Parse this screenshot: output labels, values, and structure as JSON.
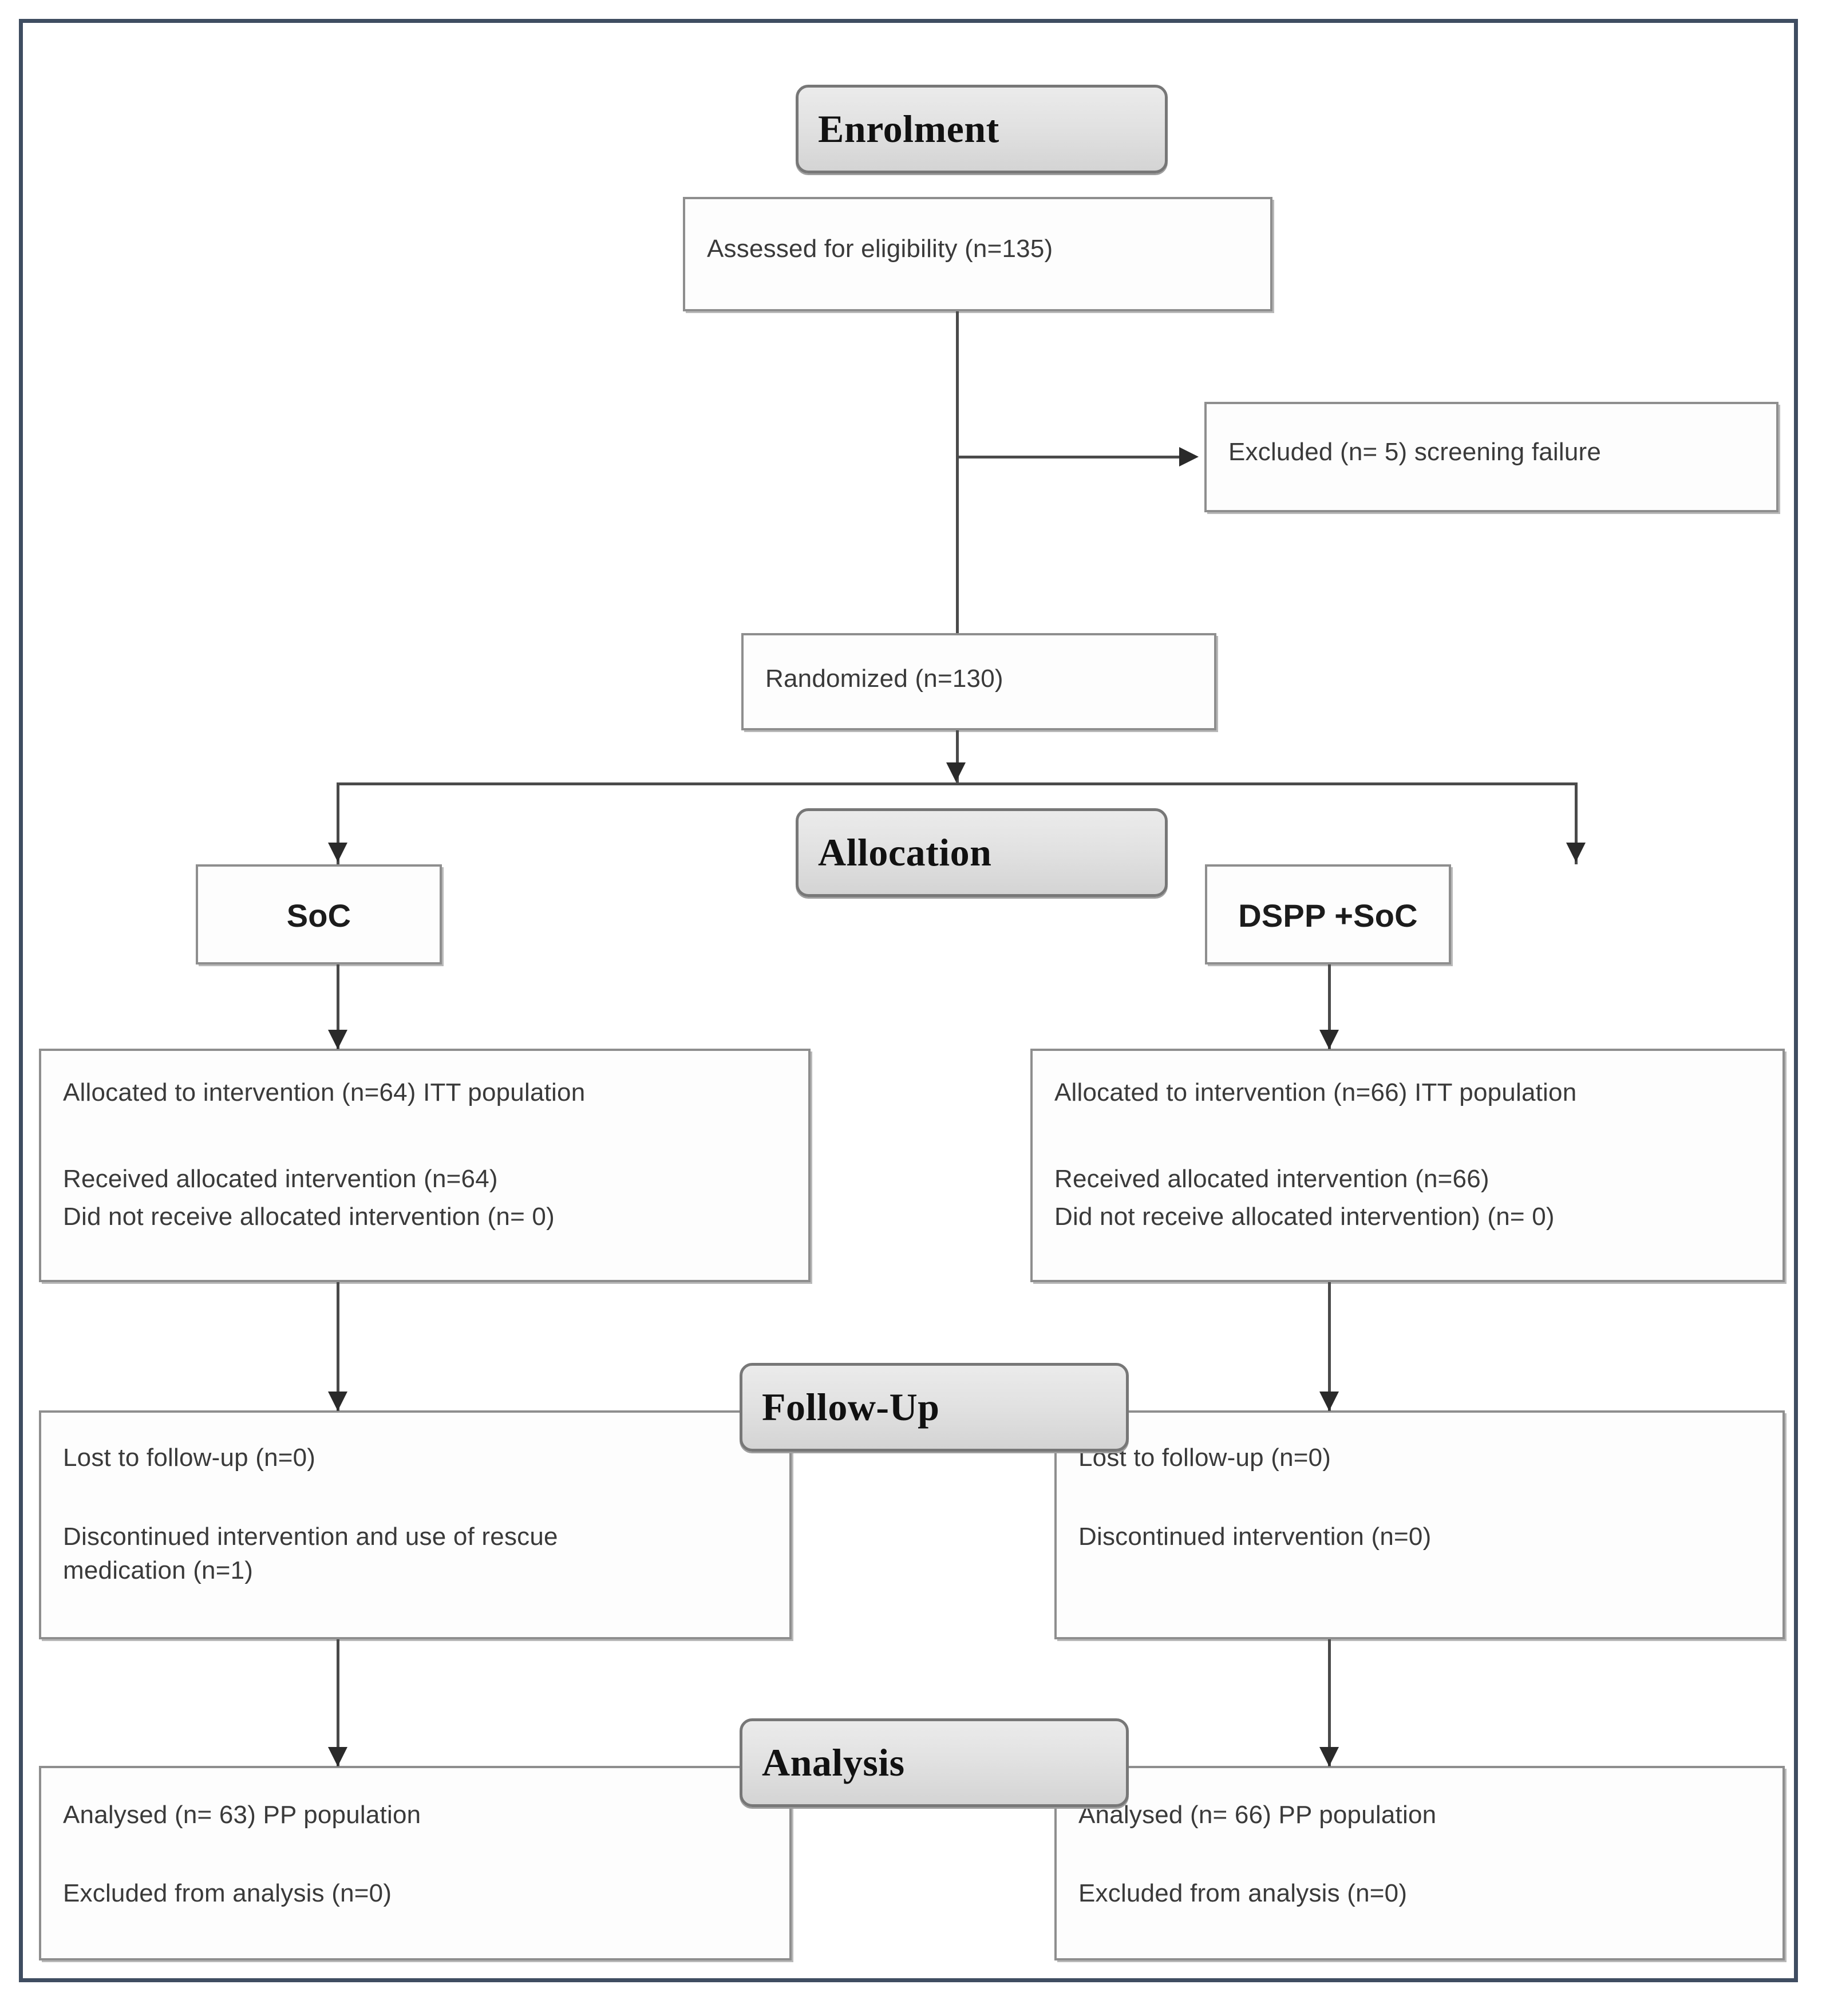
{
  "diagram": {
    "title": "CONSORT participant flow diagram",
    "stages": [
      {
        "key": "enrolment",
        "label": "Enrolment"
      },
      {
        "key": "allocation",
        "label": "Allocation"
      },
      {
        "key": "followup",
        "label": "Follow-Up"
      },
      {
        "key": "analysis",
        "label": "Analysis"
      }
    ],
    "enrolment": {
      "assessed": "Assessed for eligibility (n=135)",
      "excluded": "Excluded (n= 5) screening failure",
      "randomized": "Randomized (n=130)"
    },
    "arms": {
      "left": {
        "name": "SoC",
        "allocation": [
          "Allocated to intervention (n=64) ITT population",
          "Received allocated intervention (n=64)",
          "Did not receive allocated intervention (n= 0)"
        ],
        "followup": [
          "Lost to follow-up (n=0)",
          "Discontinued intervention and use of rescue medication (n=1)"
        ],
        "analysis": [
          "Analysed (n= 63) PP population",
          "Excluded from analysis (n=0)"
        ]
      },
      "right": {
        "name": "DSPP +SoC",
        "allocation": [
          "Allocated to intervention (n=66) ITT population",
          "Received allocated intervention (n=66)",
          "Did not receive allocated intervention) (n= 0)"
        ],
        "followup": [
          "Lost to follow-up (n=0)",
          "Discontinued intervention (n=0)"
        ],
        "analysis": [
          "Analysed (n= 66) PP population",
          "Excluded from analysis (n=0)"
        ]
      }
    },
    "colors": {
      "frame_border": "#3f4d61",
      "box_border": "#8e8e8e",
      "stage_fill": "#e2e2e2",
      "connector": "#4a4a4a",
      "text": "#3a3a3a"
    }
  }
}
